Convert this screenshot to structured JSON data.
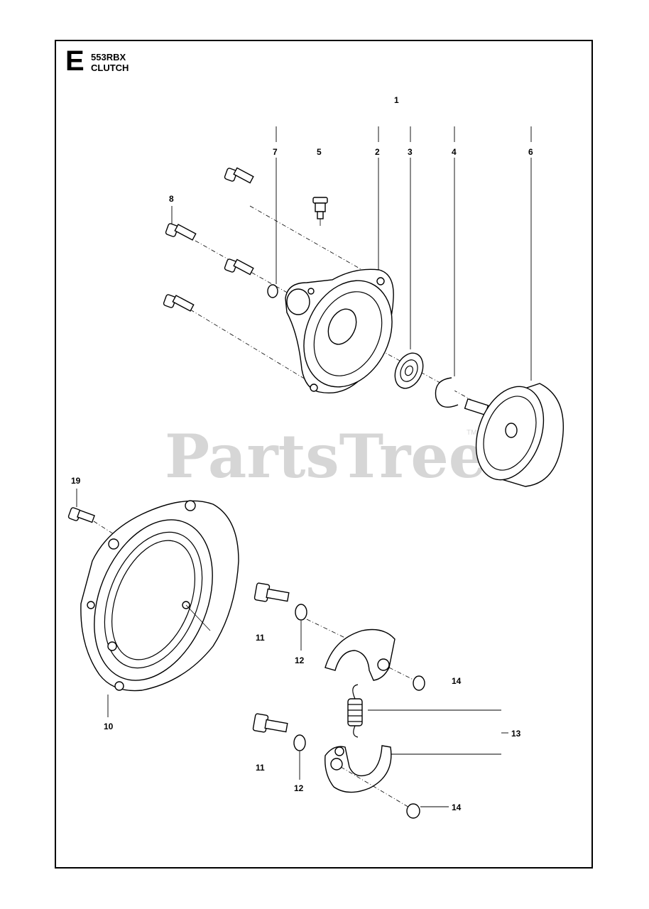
{
  "header": {
    "section_letter": "E",
    "model": "553RBX",
    "section_name": "CLUTCH"
  },
  "watermark": {
    "text": "PartsTree",
    "trademark": "TM"
  },
  "callouts": {
    "c1": "1",
    "c2": "2",
    "c3": "3",
    "c4": "4",
    "c5": "5",
    "c6": "6",
    "c7": "7",
    "c8": "8",
    "c10": "10",
    "c11a": "11",
    "c11b": "11",
    "c12a": "12",
    "c12b": "12",
    "c13": "13",
    "c14a": "14",
    "c14b": "14",
    "c19": "19"
  },
  "colors": {
    "line": "#000000",
    "watermark": "#d6d6d6",
    "background": "#ffffff"
  }
}
